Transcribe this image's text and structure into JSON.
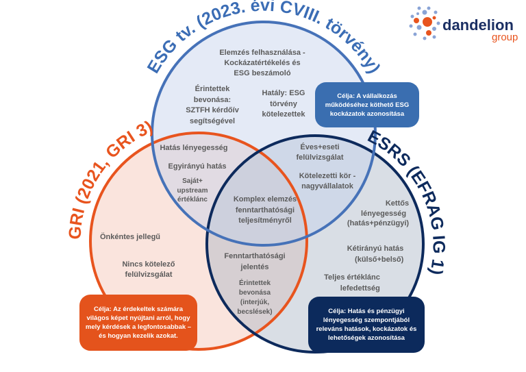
{
  "colors": {
    "esg": "#3b6db5",
    "gri": "#e8541e",
    "esrs": "#0d2a5c",
    "text": "#5a5a5a"
  },
  "logo": {
    "name": "dandelion",
    "sub": "group",
    "icon": "dandelion-dots-icon"
  },
  "circles": {
    "esg": {
      "title": "ESG tv. (2023. évi CVIII. törvény)"
    },
    "gri": {
      "title": "GRI (2021, GRI 3)"
    },
    "esrs": {
      "title": "ESRS (EFRAG IG 1)"
    }
  },
  "labels": {
    "esg_top": [
      "Elemzés felhasználása -",
      "Kockázatértékelés és",
      "ESG beszámoló"
    ],
    "esg_stakeholders": [
      "Érintettek",
      "bevonása:",
      "SZTFH kérdőív",
      "segítségével"
    ],
    "esg_scope": [
      "Hatály: ESG",
      "törvény",
      "kötelezettek"
    ],
    "impact_materiality": "Hatás lényegesség",
    "one_way_impact": "Egyirányú hatás",
    "own_upstream": [
      "Saját+",
      "upstream",
      "értéklánc"
    ],
    "complex": [
      "Komplex elemzés",
      "fenntarthatósági",
      "teljesítményről"
    ],
    "review": [
      "Éves+eseti",
      "felülvizsgálat"
    ],
    "obligated": [
      "Kötelezetti kör -",
      "nagyvállalatok"
    ],
    "voluntary": "Önkéntes jellegű",
    "no_review": [
      "Nincs kötelező",
      "felülvizsgálat"
    ],
    "report": [
      "Fenntarthatósági",
      "jelentés"
    ],
    "stakeholders2": [
      "Érintettek",
      "bevonása",
      "(interjúk,",
      "becslések)"
    ],
    "double": [
      "Kettős",
      "lényegesség",
      "(hatás+pénzügyi)"
    ],
    "two_way": [
      "Kétirányú hatás",
      "(külső+belső)"
    ],
    "value_chain": [
      "Teljes értéklánc",
      "lefedettség"
    ]
  },
  "boxes": {
    "esg": "Célja: A vállalkozás\nműködéséhez köthető ESG\nkockázatok azonosítása",
    "gri": "Célja: Az érdekeltek számára\nvilágos képet nyújtani arról, hogy\nmely kérdések a legfontosabbak –\nés hogyan kezelik azokat.",
    "esrs": "Célja: Hatás és pénzügyi\nlényegesség szempontjából\nreleváns hatások, kockázatok és\nlehetőségek azonosítása"
  }
}
